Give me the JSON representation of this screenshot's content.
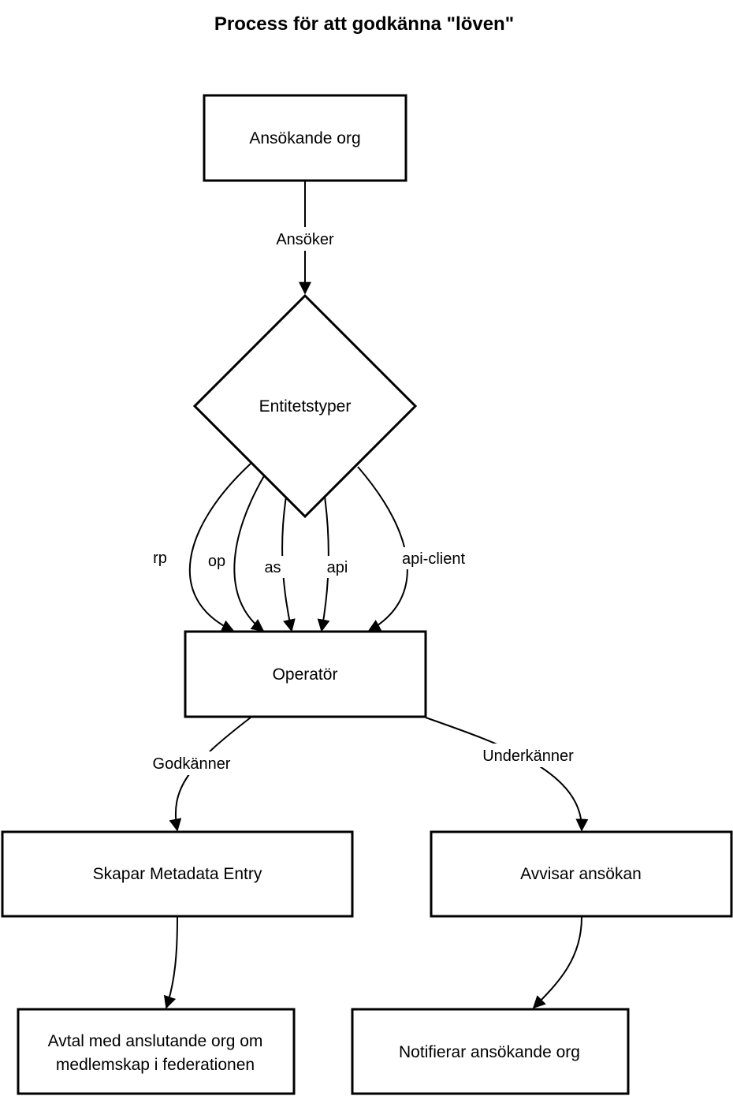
{
  "title": "Process för att godkänna \"löven\"",
  "nodes": {
    "applicant": "Ansökande org",
    "entity_types": "Entitetstyper",
    "operator": "Operatör",
    "create_entry": "Skapar Metadata Entry",
    "reject": "Avvisar ansökan",
    "agreement_line1": "Avtal med anslutande org om",
    "agreement_line2": "medlemskap i federationen",
    "notify": "Notifierar ansökande org"
  },
  "edges": {
    "applies": "Ansöker",
    "rp": "rp",
    "op": "op",
    "as": "as",
    "api": "api",
    "api_client": "api-client",
    "approves": "Godkänner",
    "rejects": "Underkänner"
  },
  "colors": {
    "stroke": "#000000",
    "fill": "#ffffff",
    "text": "#000000"
  }
}
